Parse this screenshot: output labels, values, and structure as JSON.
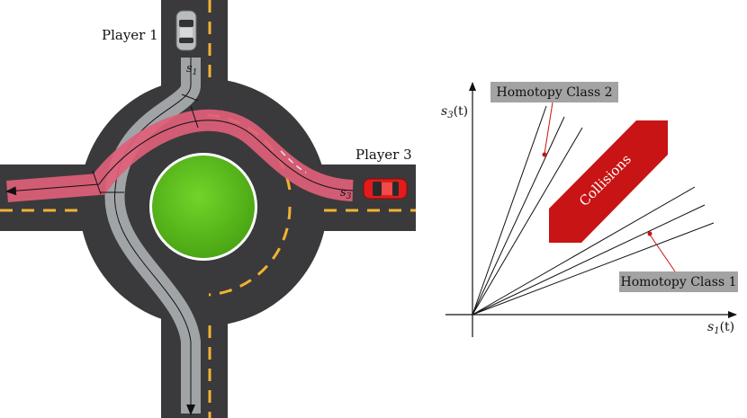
{
  "roundabout": {
    "player1_label": "Player 1",
    "player3_label": "Player 3",
    "path1_label_main": "s",
    "path1_label_sub": "1",
    "path3_label_main": "s",
    "path3_label_sub": "3"
  },
  "plot": {
    "y_axis_main": "s",
    "y_axis_sub": "3",
    "y_axis_arg": "(t)",
    "x_axis_main": "s",
    "x_axis_sub": "1",
    "x_axis_arg": "(t)",
    "homotopy_class_2_label": "Homotopy Class 2",
    "homotopy_class_1_label": "Homotopy Class 1",
    "collisions_label": "Collisions"
  },
  "colors": {
    "road": "#3a3a3c",
    "lane_dash": "#f2b233",
    "island": "#5fbf1f",
    "path_pink": "#e0607a",
    "path_gray": "#a7aaad",
    "collision_red": "#c81414",
    "label_box": "#a3a3a3"
  }
}
